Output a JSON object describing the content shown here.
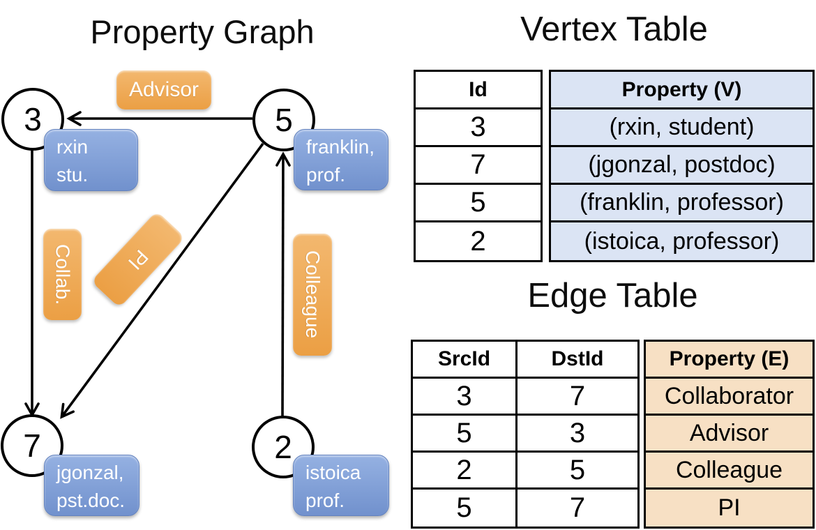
{
  "graph": {
    "title": "Property Graph",
    "nodes": [
      {
        "id": "3",
        "label_line1": "rxin",
        "label_line2": "stu."
      },
      {
        "id": "5",
        "label_line1": "franklin,",
        "label_line2": "prof."
      },
      {
        "id": "7",
        "label_line1": "jgonzal,",
        "label_line2": "pst.doc."
      },
      {
        "id": "2",
        "label_line1": "istoica",
        "label_line2": "prof."
      }
    ],
    "edge_labels": [
      {
        "label": "Advisor"
      },
      {
        "label": "Collab."
      },
      {
        "label": "PI"
      },
      {
        "label": "Colleague"
      }
    ],
    "edges": [
      {
        "src": "5",
        "dst": "3",
        "label": "Advisor"
      },
      {
        "src": "3",
        "dst": "7",
        "label": "Collab."
      },
      {
        "src": "5",
        "dst": "7",
        "label": "PI"
      },
      {
        "src": "2",
        "dst": "5",
        "label": "Colleague"
      }
    ]
  },
  "vertex_table": {
    "title": "Vertex Table",
    "columns": {
      "id": "Id",
      "property": "Property (V)"
    },
    "rows": [
      {
        "id": "3",
        "property": "(rxin, student)"
      },
      {
        "id": "7",
        "property": "(jgonzal, postdoc)"
      },
      {
        "id": "5",
        "property": "(franklin, professor)"
      },
      {
        "id": "2",
        "property": "(istoica, professor)"
      }
    ]
  },
  "edge_table": {
    "title": "Edge Table",
    "columns": {
      "src": "SrcId",
      "dst": "DstId",
      "property": "Property (E)"
    },
    "rows": [
      {
        "src": "3",
        "dst": "7",
        "property": "Collaborator"
      },
      {
        "src": "5",
        "dst": "3",
        "property": "Advisor"
      },
      {
        "src": "2",
        "dst": "5",
        "property": "Colleague"
      },
      {
        "src": "5",
        "dst": "7",
        "property": "PI"
      }
    ]
  },
  "colors": {
    "vertex_box": "#7d9cd6",
    "edge_label_box": "#efa94e",
    "vertex_table_fill": "#dbe4f4",
    "edge_table_fill": "#f7e0c4",
    "line": "#000000"
  }
}
